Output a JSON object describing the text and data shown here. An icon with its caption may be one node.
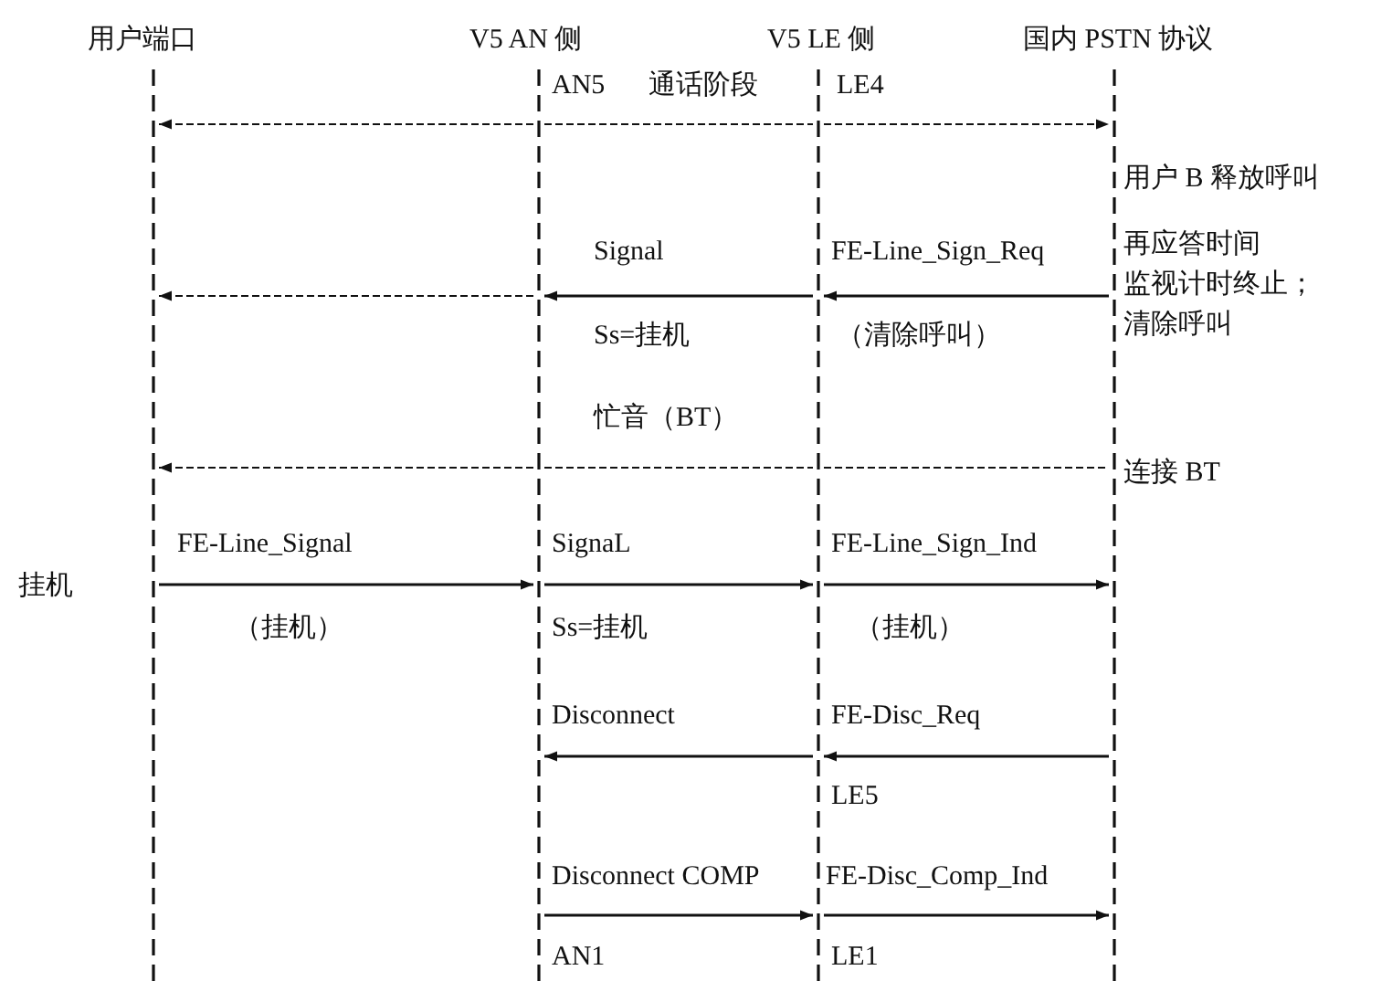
{
  "diagram": {
    "nodes": [
      {
        "text": [],
        "shape": "line",
        "beside": [
          "用户端口"
        ]
      },
      {
        "text": [],
        "shape": "line",
        "beside": [
          "V5 AN 侧"
        ]
      },
      {
        "text": [],
        "shape": "line",
        "beside": [
          "V5 LE 侧"
        ]
      },
      {
        "text": [],
        "shape": "line",
        "beside": [
          "国内 PSTN 协议"
        ]
      }
    ],
    "edges": [
      {
        "from": 1,
        "to": 0,
        "arrow": "to",
        "style": "dashed"
      },
      {
        "from": 1,
        "to": 2,
        "arrow": "none",
        "style": "dashed"
      },
      {
        "from": 2,
        "to": 3,
        "arrow": "to",
        "style": "dashed"
      },
      {
        "from": 1,
        "to": 0,
        "arrow": "to",
        "style": "dashed"
      },
      {
        "from": 2,
        "to": 1,
        "arrow": "to",
        "label": "Signal"
      },
      {
        "from": 3,
        "to": 2,
        "arrow": "to",
        "label": "FE-Line_Sign_Req"
      },
      {
        "from": 1,
        "to": 0,
        "arrow": "to",
        "style": "dashed"
      },
      {
        "from": 1,
        "to": 2,
        "arrow": "none",
        "style": "dashed"
      },
      {
        "from": 2,
        "to": 3,
        "arrow": "none",
        "style": "dashed"
      },
      {
        "from": 0,
        "to": 1,
        "arrow": "to",
        "label": "FE-Line_Signal"
      },
      {
        "from": 1,
        "to": 2,
        "arrow": "to",
        "label": "SignaL"
      },
      {
        "from": 2,
        "to": 3,
        "arrow": "to",
        "label": "FE-Line_Sign_Ind"
      },
      {
        "from": 2,
        "to": 1,
        "arrow": "to",
        "label": "Disconnect"
      },
      {
        "from": 3,
        "to": 2,
        "arrow": "to",
        "label": "FE-Disc_Req"
      },
      {
        "from": 1,
        "to": 2,
        "arrow": "to",
        "label": "Disconnect COMP"
      },
      {
        "from": 2,
        "to": 3,
        "arrow": "to",
        "label": "FE-Disc_Comp_Ind"
      }
    ],
    "labels": [
      "AN5",
      "通话阶段",
      "LE4",
      "用户 B 释放呼叫",
      "再应答时间",
      "监视计时终止；",
      "清除呼叫",
      "Ss=挂机",
      "（清除呼叫）",
      "忙音（BT）",
      "连接 BT",
      "挂机",
      "（挂机）",
      "Ss=挂机",
      "（挂机）",
      "LE5",
      "AN1",
      "LE1"
    ]
  }
}
